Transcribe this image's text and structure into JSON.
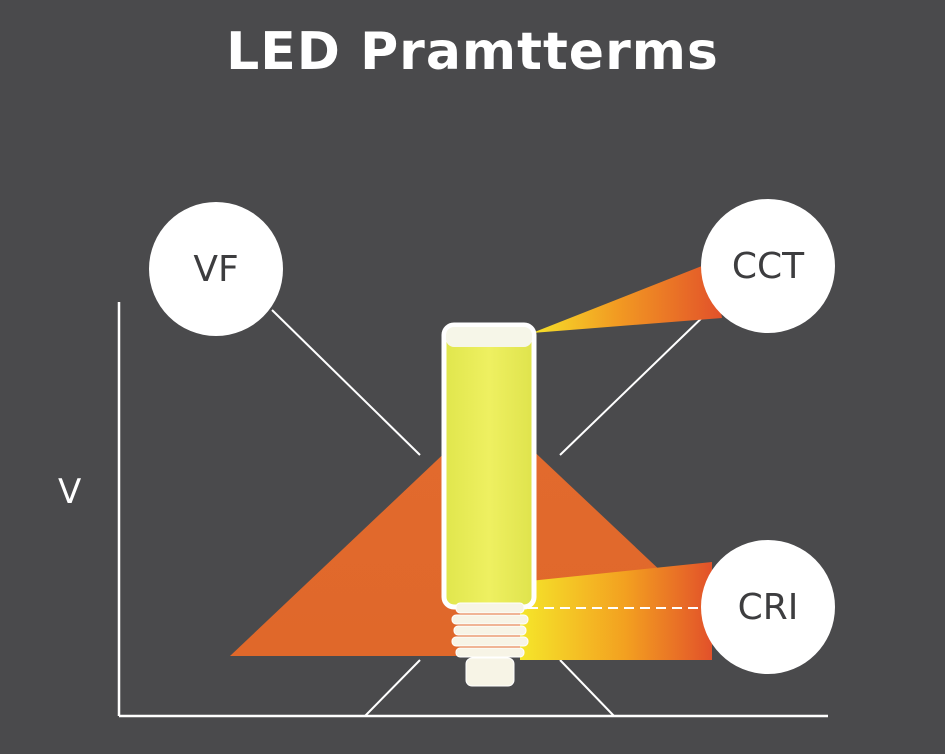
{
  "title": "LED Pramtterms",
  "axis": {
    "y_label": "V"
  },
  "callouts": {
    "vf": "VF",
    "cct": "CCT",
    "cri": "CRI"
  },
  "colors": {
    "background": "#4a4a4c",
    "beam_orange": "#e06a2c",
    "beam_yellow": "#f3e52a",
    "led_body": "#e7ec55",
    "line": "#ffffff"
  }
}
